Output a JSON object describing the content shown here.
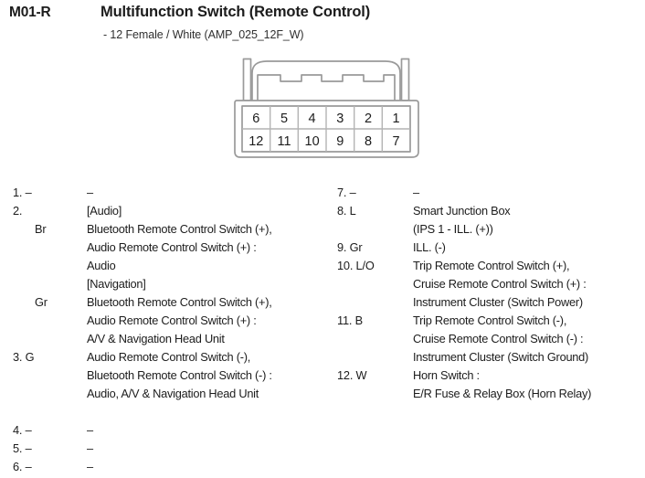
{
  "header": {
    "code": "M01-R",
    "title": "Multifunction Switch (Remote Control)",
    "subtitle": "- 12 Female / White (AMP_025_12F_W)"
  },
  "connector": {
    "name": "12-way female connector",
    "rows": [
      [
        "6",
        "5",
        "4",
        "3",
        "2",
        "1"
      ],
      [
        "12",
        "11",
        "10",
        "9",
        "8",
        "7"
      ]
    ],
    "outline_color": "#9a9a9a",
    "fill_color": "#ffffff",
    "pin_text_color": "#1c1c1c"
  },
  "pins_left": [
    {
      "line": "1. –",
      "color": "",
      "desc": "–"
    },
    {
      "line": "2.",
      "color": "",
      "desc": "[Audio]"
    },
    {
      "line": "",
      "color": "Br",
      "desc": "Bluetooth Remote Control Switch (+),"
    },
    {
      "line": "",
      "color": "",
      "desc": "Audio Remote Control Switch (+) :"
    },
    {
      "line": "",
      "color": "",
      "desc": "Audio"
    },
    {
      "line": "",
      "color": "",
      "desc": "[Navigation]"
    },
    {
      "line": "",
      "color": "Gr",
      "desc": "Bluetooth Remote Control Switch (+),"
    },
    {
      "line": "",
      "color": "",
      "desc": "Audio Remote Control Switch (+) :"
    },
    {
      "line": "",
      "color": "",
      "desc": "A/V & Navigation Head Unit"
    },
    {
      "line": "3. G",
      "color": "",
      "desc": "Audio Remote Control Switch (-),"
    },
    {
      "line": "",
      "color": "",
      "desc": "Bluetooth Remote Control Switch (-) :"
    },
    {
      "line": "",
      "color": "",
      "desc": "Audio, A/V & Navigation Head Unit"
    },
    {
      "line": "",
      "color": "",
      "desc": ""
    },
    {
      "line": "4. –",
      "color": "",
      "desc": "–"
    },
    {
      "line": "5. –",
      "color": "",
      "desc": "–"
    },
    {
      "line": "6. –",
      "color": "",
      "desc": "–"
    }
  ],
  "pins_right": [
    {
      "line": "7. –",
      "color": "",
      "desc": "–"
    },
    {
      "line": "8. L",
      "color": "",
      "desc": "Smart Junction Box"
    },
    {
      "line": "",
      "color": "",
      "desc": "(IPS 1 - ILL. (+))"
    },
    {
      "line": "9. Gr",
      "color": "",
      "desc": "ILL. (-)"
    },
    {
      "line": "10. L/O",
      "color": "",
      "desc": "Trip Remote Control Switch (+),"
    },
    {
      "line": "",
      "color": "",
      "desc": "Cruise Remote Control Switch (+) :"
    },
    {
      "line": "",
      "color": "",
      "desc": "Instrument Cluster (Switch Power)"
    },
    {
      "line": "11. B",
      "color": "",
      "desc": "Trip Remote Control Switch (-),"
    },
    {
      "line": "",
      "color": "",
      "desc": "Cruise Remote Control Switch (-) :"
    },
    {
      "line": "",
      "color": "",
      "desc": "Instrument Cluster (Switch Ground)"
    },
    {
      "line": "12. W",
      "color": "",
      "desc": "Horn Switch :"
    },
    {
      "line": "",
      "color": "",
      "desc": "E/R Fuse & Relay Box (Horn Relay)"
    }
  ]
}
